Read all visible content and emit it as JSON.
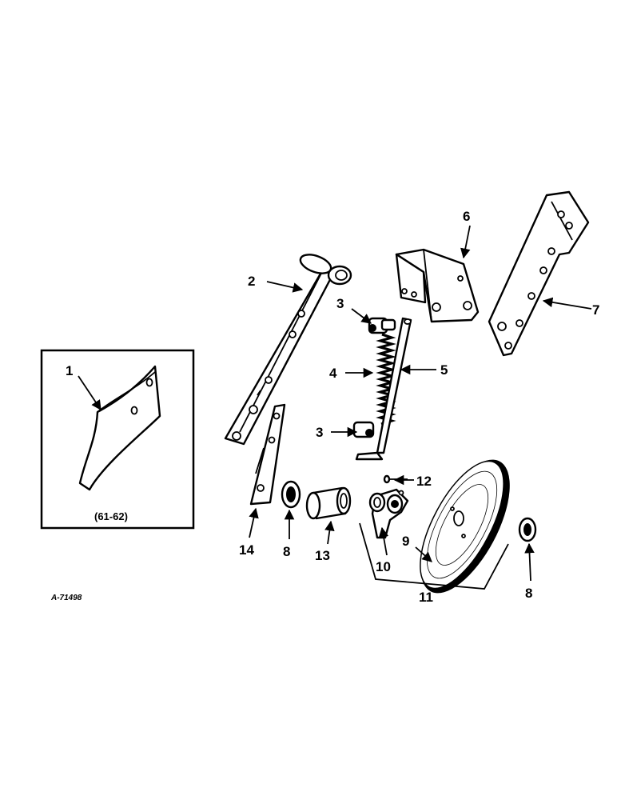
{
  "diagram": {
    "reference_number": "A-71498",
    "inset_note": "(61-62)",
    "callouts": {
      "c1": "1",
      "c2": "2",
      "c3a": "3",
      "c3b": "3",
      "c4": "4",
      "c5": "5",
      "c6": "6",
      "c7": "7",
      "c8a": "8",
      "c8b": "8",
      "c9": "9",
      "c10": "10",
      "c11": "11",
      "c12": "12",
      "c13": "13",
      "c14": "14"
    }
  }
}
